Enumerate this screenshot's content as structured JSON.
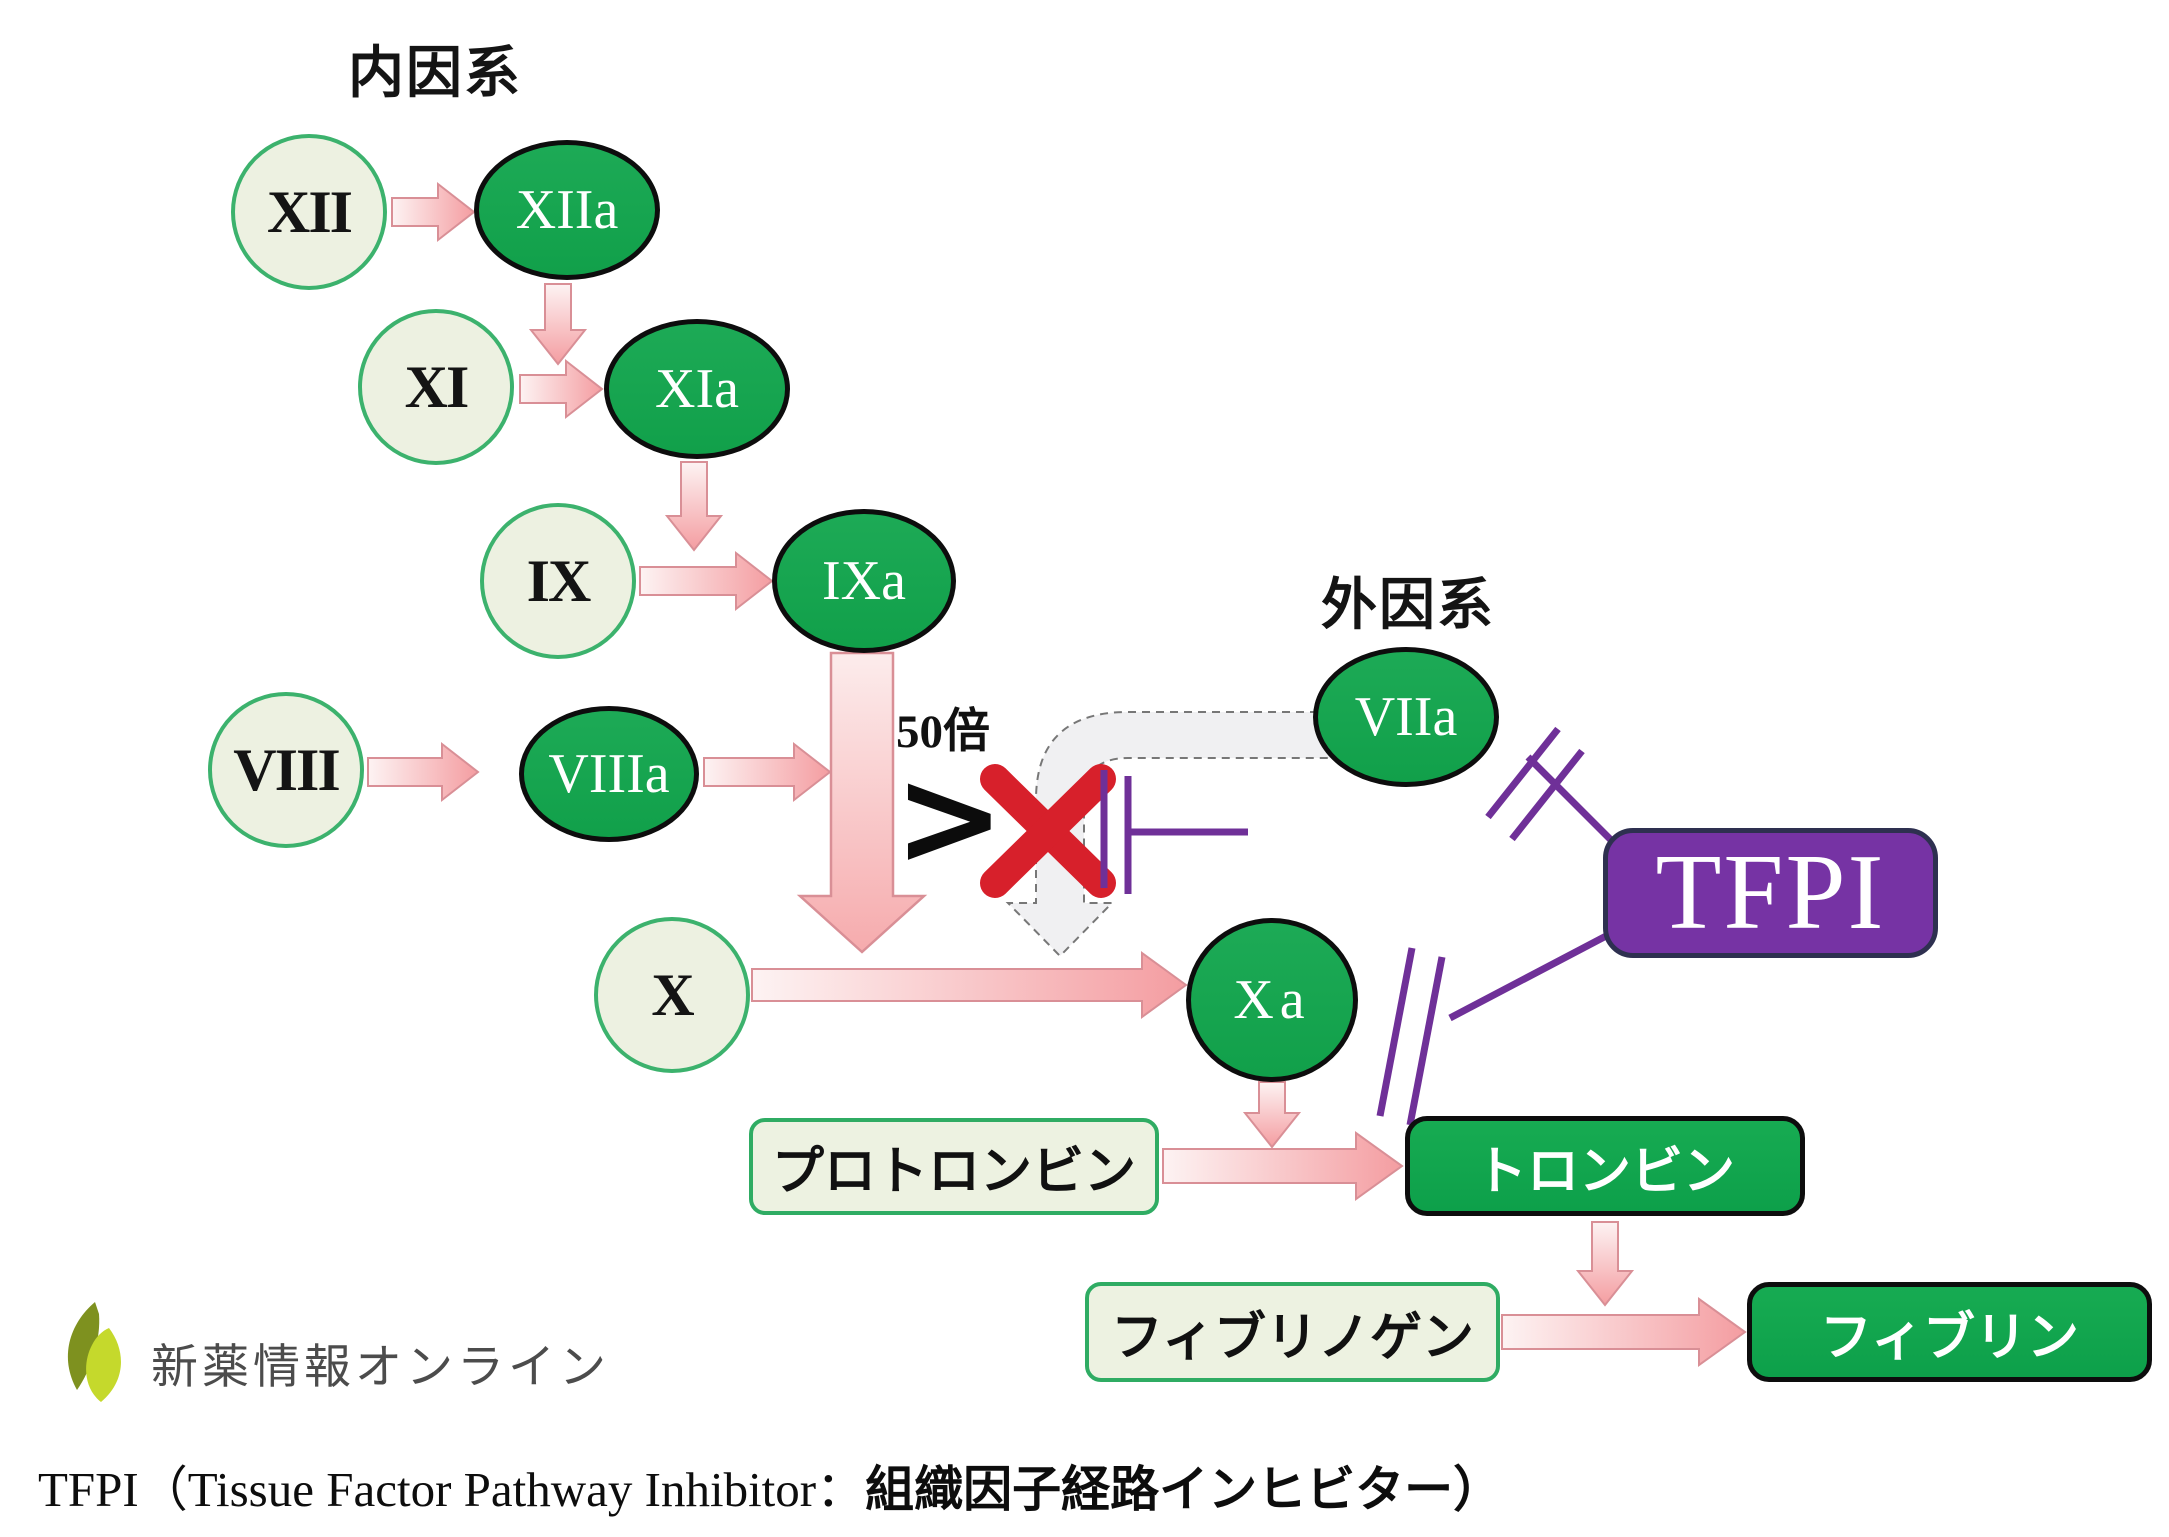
{
  "titles": {
    "intrinsic": "内因系",
    "extrinsic": "外因系"
  },
  "nodes": {
    "f12": {
      "label": "XII",
      "state": "inactive"
    },
    "f12a": {
      "label": "XIIa",
      "state": "active"
    },
    "f11": {
      "label": "XI",
      "state": "inactive"
    },
    "f11a": {
      "label": "XIa",
      "state": "active"
    },
    "f9": {
      "label": "IX",
      "state": "inactive"
    },
    "f9a": {
      "label": "IXa",
      "state": "active"
    },
    "f8": {
      "label": "VIII",
      "state": "inactive"
    },
    "f8a": {
      "label": "VIIIa",
      "state": "active"
    },
    "f10": {
      "label": "X",
      "state": "inactive"
    },
    "f10a": {
      "label": "Xa",
      "state": "active"
    },
    "f7a": {
      "label": "VIIa",
      "state": "active"
    }
  },
  "boxes": {
    "prothrombin": {
      "label": "プロトロンビン",
      "style": "light"
    },
    "thrombin": {
      "label": "トロンビン",
      "style": "green"
    },
    "fibrinogen": {
      "label": "フィブリノゲン",
      "style": "light"
    },
    "fibrin": {
      "label": "フィブリン",
      "style": "green"
    },
    "tfpi": {
      "label": "TFPI",
      "style": "purple"
    }
  },
  "annotations": {
    "amplification": "50倍",
    "comparison": ">"
  },
  "logo": {
    "text": "新薬情報オンライン"
  },
  "caption": {
    "latin": "TFPI（Tissue Factor Pathway Inhibitor：",
    "jp": "組織因子経路インヒビター）"
  },
  "colors": {
    "active_green": "#12a24c",
    "inactive_fill": "#edf1e1",
    "node_border_green": "#3cb26d",
    "arrow_pink": "#f49da1",
    "dashed_arrow_fill": "#f0f0f2",
    "inhibitor_purple": "#6f3098",
    "block_red": "#d7202b",
    "tfpi_purple": "#7633a4"
  }
}
